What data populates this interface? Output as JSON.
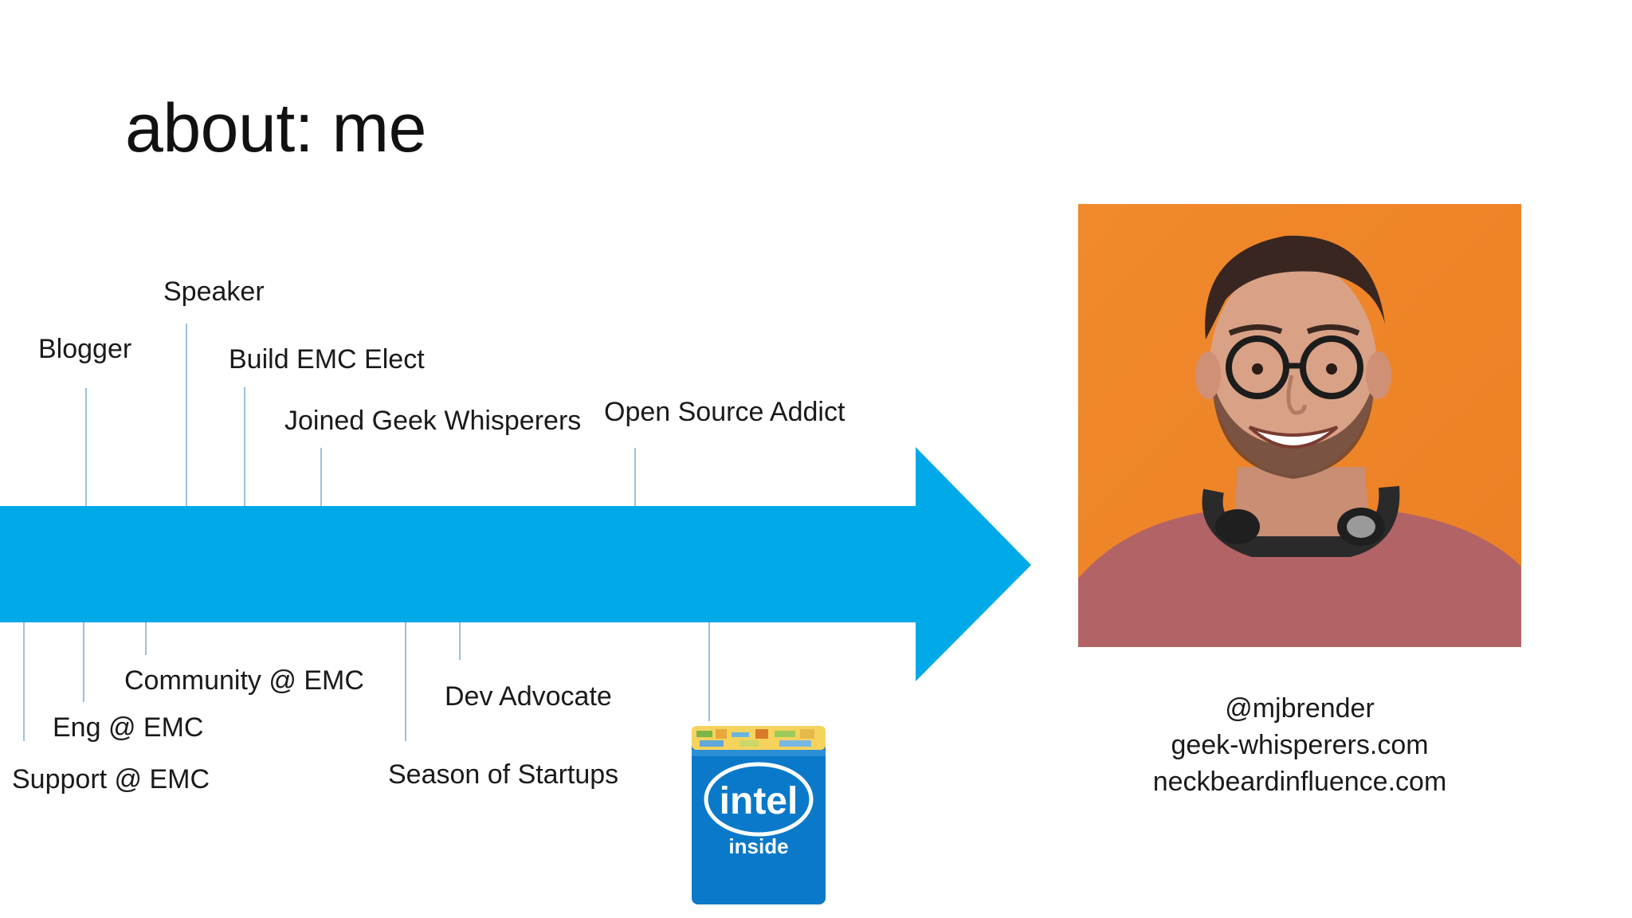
{
  "slide": {
    "title": "about: me"
  },
  "timeline": {
    "arrow_color": "#00a9e8",
    "tick_color": "#9cbfdc",
    "above": [
      {
        "label": "Blogger"
      },
      {
        "label": "Speaker"
      },
      {
        "label": "Build EMC Elect"
      },
      {
        "label": "Joined Geek Whisperers"
      },
      {
        "label": "Open Source Addict"
      }
    ],
    "below": [
      {
        "label": "Support @ EMC"
      },
      {
        "label": "Eng @ EMC"
      },
      {
        "label": "Community @ EMC"
      },
      {
        "label": "Season of Startups"
      },
      {
        "label": "Dev Advocate"
      }
    ]
  },
  "intel_logo": {
    "word": "intel",
    "sub": "inside",
    "color": "#0071c5"
  },
  "profile": {
    "photo_background": "#f08a2c",
    "contact": [
      "@mjbrender",
      "geek-whisperers.com",
      "neckbeardinfluence.com"
    ]
  }
}
